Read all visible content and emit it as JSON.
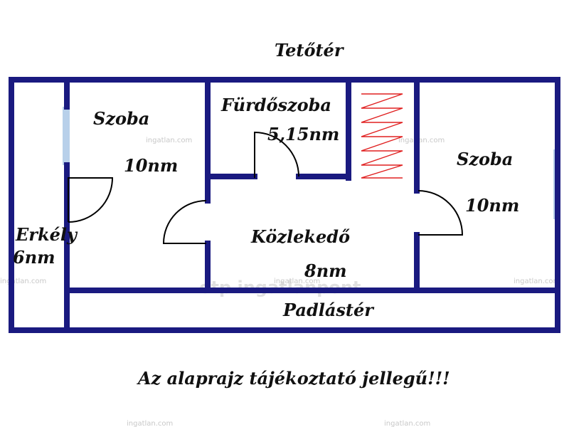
{
  "colors": {
    "wall": "#1a1a80",
    "window": "#b8d0ea",
    "door": "#000000",
    "stairs": "#e02020",
    "watermark": "#c8c8c8"
  },
  "title": "Tetőtér",
  "rooms": {
    "szoba_left": {
      "name": "Szoba",
      "area": "10nm"
    },
    "furdoszoba": {
      "name": "Fürdőszoba",
      "area": "5,15nm"
    },
    "szoba_right": {
      "name": "Szoba",
      "area": "10nm"
    },
    "erkely": {
      "name": "Erkély",
      "area": "6nm"
    },
    "kozlekedo": {
      "name": "Közlekedő",
      "area": "8nm"
    },
    "padlaster": {
      "name": "Padlástér"
    }
  },
  "disclaimer": "Az alaprajz tájékoztató jellegű!!!",
  "watermarks": {
    "site": "ingatlan.com",
    "logo": "otp ingatlanpont"
  }
}
